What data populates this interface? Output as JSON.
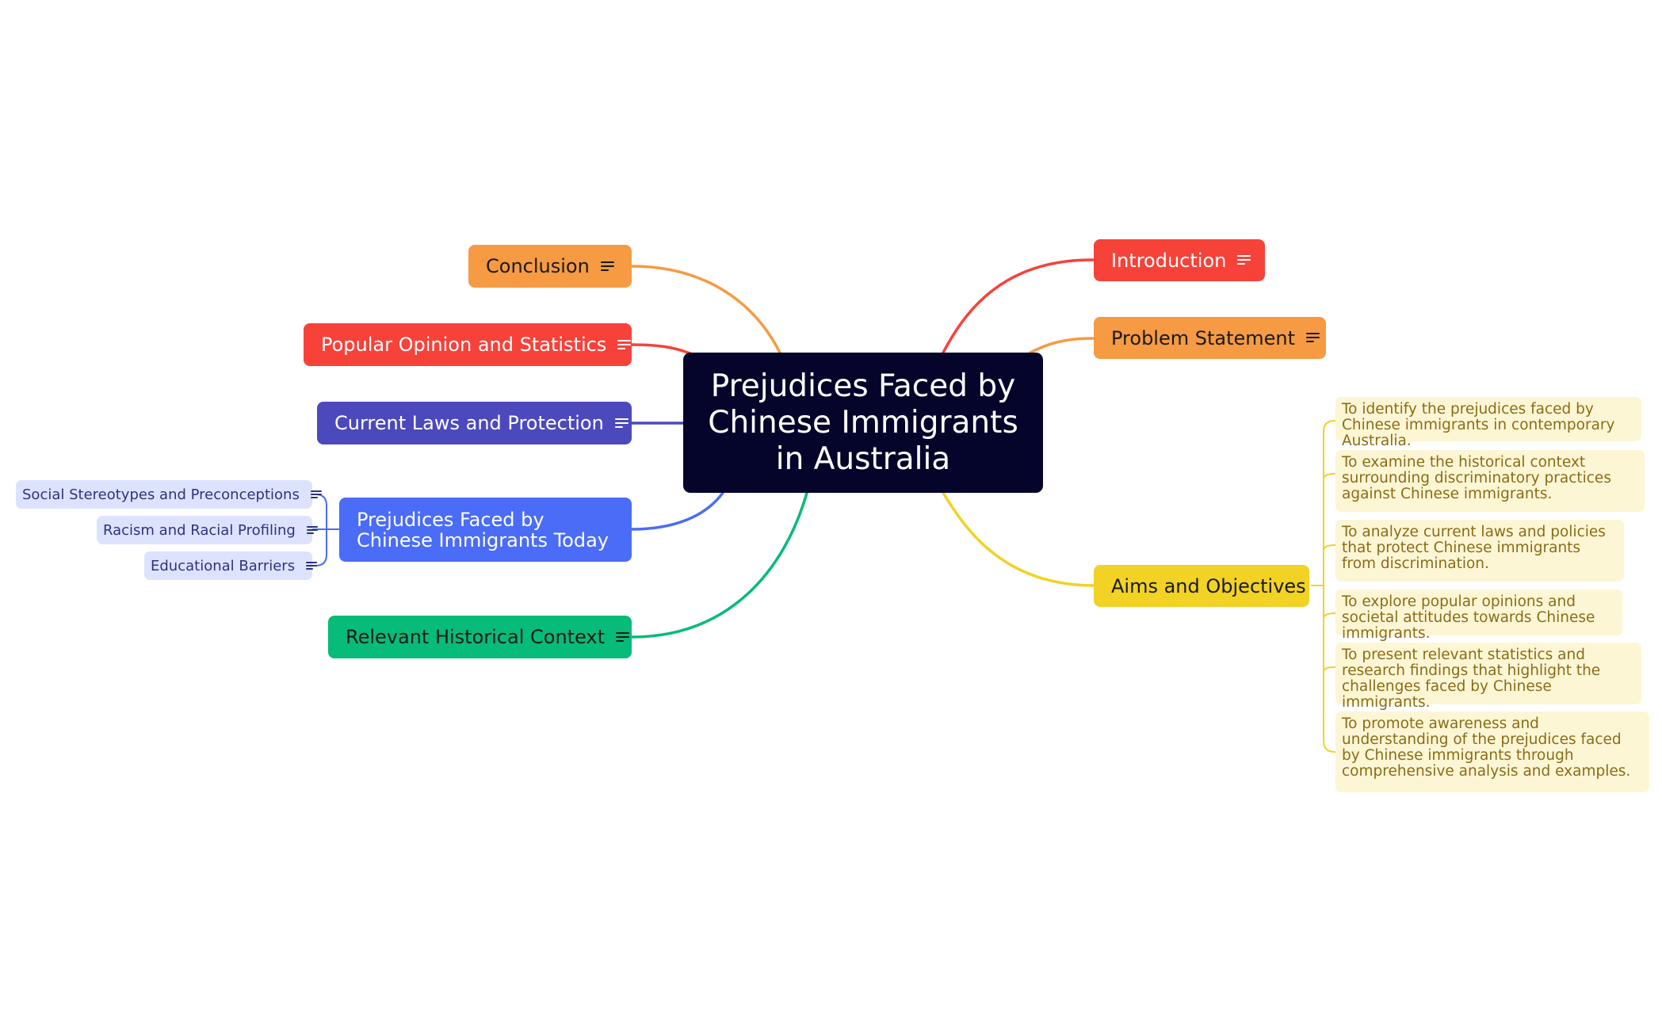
{
  "root": {
    "title_lines": [
      "Prejudices Faced by",
      "Chinese Immigrants",
      "in Australia"
    ],
    "color": "#05052b"
  },
  "branches": {
    "introduction": {
      "label": "Introduction",
      "color": "#f7423a"
    },
    "problem_statement": {
      "label": "Problem Statement",
      "color": "#f69a43"
    },
    "aims_and_objectives": {
      "label": "Aims and Objectives",
      "color": "#f1d225",
      "items": [
        "To identify the prejudices faced by Chinese immigrants in contemporary Australia.",
        "To examine the historical context surrounding discriminatory practices against Chinese immigrants.",
        "To analyze current laws and policies that protect Chinese immigrants from discrimination.",
        "To explore popular opinions and societal attitudes towards Chinese immigrants.",
        "To present relevant statistics and research findings that highlight the challenges faced by Chinese immigrants.",
        "To promote awareness and understanding of the prejudices faced by Chinese immigrants through comprehensive analysis and examples."
      ]
    },
    "conclusion": {
      "label": "Conclusion",
      "color": "#f69a43"
    },
    "popular_opinion": {
      "label": "Popular Opinion and Statistics",
      "color": "#f7423a"
    },
    "current_laws": {
      "label": "Current Laws and Protection",
      "color": "#4c49bd"
    },
    "prejudices_today": {
      "label": "Prejudices Faced by Chinese Immigrants Today",
      "color": "#4a6cf7",
      "items": [
        "Social Stereotypes and Preconceptions",
        "Racism and Racial Profiling",
        "Educational Barriers"
      ]
    },
    "historical_context": {
      "label": "Relevant Historical Context",
      "color": "#07bb78"
    }
  },
  "icons": {
    "note": "note-lines-icon"
  }
}
